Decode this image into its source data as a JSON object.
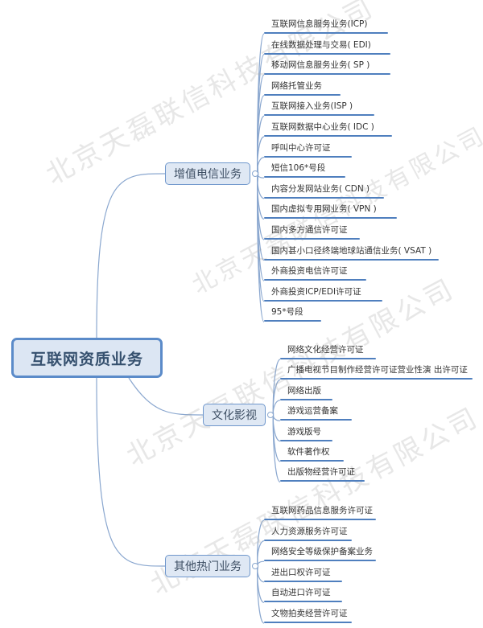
{
  "root": {
    "label": "互联网资质业务"
  },
  "branches": [
    {
      "label": "增值电信业务",
      "items": [
        "互联网信息服务业务(ICP)",
        "在线数据处理与交易( EDI)",
        "移动网信息服务业务( SP )",
        "网络托管业务",
        "互联网接入业务(ISP )",
        "互联网数据中心业务( IDC )",
        "呼叫中心许可证",
        "短信106*号段",
        "内容分发网站业务( CDN )",
        "国内虚拟专用网业务( VPN )",
        "国内多方通信许可证",
        "国内甚小口径终端地球站通信业务( VSAT )",
        "外商投资电信许可证",
        "外商投资ICP/EDI许可证",
        "95*号段"
      ]
    },
    {
      "label": "文化影视",
      "items": [
        "网络文化经营许可证",
        "广播电视节目制作经营许可证营业性演 出许可证",
        "网络出版",
        "游戏运营备案",
        "游戏版号",
        "软件著作权",
        "出版物经营许可证"
      ]
    },
    {
      "label": "其他热门业务",
      "items": [
        "互联网药品信息服务许可证",
        "人力资源服务许可证",
        "网络安全等级保护备案业务",
        "进出口权许可证",
        "自动进口许可证",
        "文物拍卖经营许可证"
      ]
    }
  ],
  "watermark": "北京天磊联信科技有限公司",
  "colors": {
    "accent": "#4f7fbe",
    "node_fill": "#dce6f3",
    "connector": "#8aa7cf"
  }
}
